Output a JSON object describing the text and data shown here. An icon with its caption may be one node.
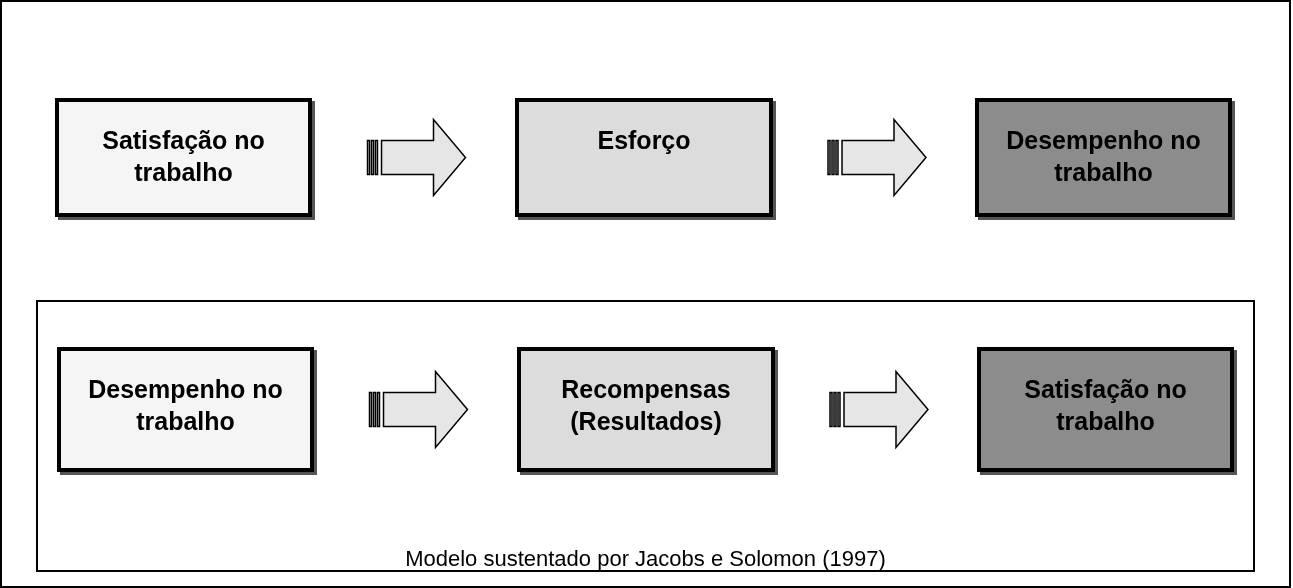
{
  "diagram": {
    "nodes": [
      {
        "text": [
          "Satisfação no trabalho"
        ]
      },
      {
        "text": [
          "Esforço"
        ]
      },
      {
        "text": [
          "Desempenho no trabalho"
        ]
      },
      {
        "text": [
          "Modelo sustentado por Jacobs e Solomon (1997)"
        ]
      },
      {
        "text": [
          "Desempenho no trabalho"
        ],
        "in": 3
      },
      {
        "text": [
          "Recompensas (Resultados)"
        ],
        "in": 3
      },
      {
        "text": [
          "Satisfação no trabalho"
        ],
        "in": 3
      }
    ],
    "edges": [
      {
        "from": 0,
        "to": 1,
        "arrow": "to"
      },
      {
        "from": 1,
        "to": 2,
        "arrow": "to"
      },
      {
        "from": 4,
        "to": 5,
        "arrow": "to"
      },
      {
        "from": 5,
        "to": 6,
        "arrow": "to"
      }
    ]
  }
}
